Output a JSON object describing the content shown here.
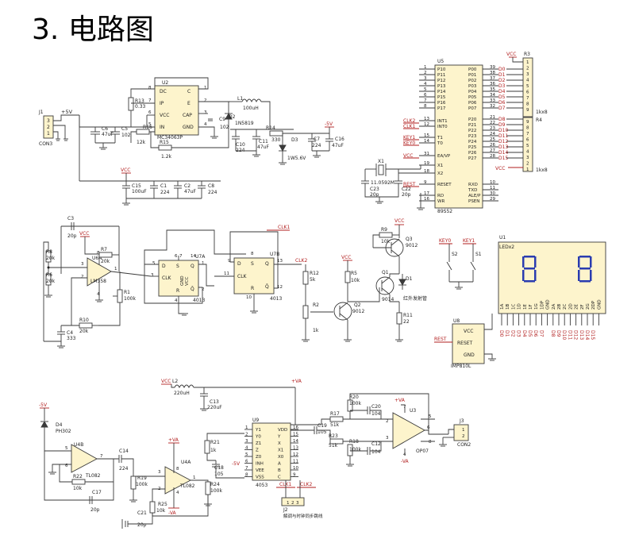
{
  "heading": {
    "number": "3.",
    "title": "电路图"
  },
  "colors": {
    "wire": "#3a3a3a",
    "component_fill": "#fdf4cc",
    "net_label": "#b21e1e",
    "segment": "#2a3cb0"
  },
  "power": {
    "j1": {
      "ref": "J1",
      "supply": "+5V",
      "name": "CON3",
      "pins": [
        "3",
        "2",
        "1"
      ]
    },
    "u2": {
      "ref": "U2",
      "part": "MC34063P",
      "pins_left": [
        "DC",
        "IP",
        "VCC",
        "IN"
      ],
      "pins_right": [
        "C",
        "E",
        "CAP",
        "GND"
      ],
      "pin_nums": [
        "8",
        "7",
        "6",
        "5",
        "1",
        "2",
        "3",
        "4"
      ]
    },
    "parts": [
      {
        "ref": "R13",
        "val": "0.33"
      },
      {
        "ref": "C6",
        "val": "47uF"
      },
      {
        "ref": "C5",
        "val": "102"
      },
      {
        "ref": "R16",
        "val": "12k"
      },
      {
        "ref": "R15",
        "val": "1.2k"
      },
      {
        "ref": "C9",
        "val": "102"
      },
      {
        "ref": "L1",
        "val": "100uH"
      },
      {
        "ref": "D2",
        "val": "1N5819"
      },
      {
        "ref": "C10",
        "val": "224"
      },
      {
        "ref": "C11",
        "val": "47uF"
      },
      {
        "ref": "R14",
        "val": "330"
      },
      {
        "ref": "D3",
        "val": "1W5.6V"
      },
      {
        "ref": "C7",
        "val": "224"
      },
      {
        "ref": "C16",
        "val": "47uF"
      },
      {
        "ref": "C15",
        "val": "100uF"
      },
      {
        "ref": "C1",
        "val": "224"
      },
      {
        "ref": "C2",
        "val": "47uF"
      },
      {
        "ref": "C8",
        "val": "224"
      }
    ],
    "vcc": "VCC",
    "neg5v": "-5V"
  },
  "mcu": {
    "ref": "U5",
    "part": "89S52",
    "left_pins": [
      {
        "num": "1",
        "name": "P10"
      },
      {
        "num": "2",
        "name": "P11"
      },
      {
        "num": "3",
        "name": "P12"
      },
      {
        "num": "4",
        "name": "P13"
      },
      {
        "num": "5",
        "name": "P14"
      },
      {
        "num": "6",
        "name": "P15"
      },
      {
        "num": "7",
        "name": "P16"
      },
      {
        "num": "8",
        "name": "P17"
      },
      {
        "num": "13",
        "name": "INT1",
        "net": "CLK2"
      },
      {
        "num": "12",
        "name": "INT0",
        "net": "CLK1"
      },
      {
        "num": "15",
        "name": "T1",
        "net": "KEY1"
      },
      {
        "num": "14",
        "name": "T0",
        "net": "KEY0"
      },
      {
        "num": "31",
        "name": "EA/VP",
        "net": "VCC"
      },
      {
        "num": "19",
        "name": "X1"
      },
      {
        "num": "18",
        "name": "X2"
      },
      {
        "num": "9",
        "name": "RESET",
        "net": "REST"
      },
      {
        "num": "17",
        "name": "RD"
      },
      {
        "num": "16",
        "name": "WR"
      }
    ],
    "right_pins": [
      {
        "num": "39",
        "name": "P00",
        "net": "D0"
      },
      {
        "num": "38",
        "name": "P01",
        "net": "D1"
      },
      {
        "num": "37",
        "name": "P02",
        "net": "D2"
      },
      {
        "num": "36",
        "name": "P03",
        "net": "D3"
      },
      {
        "num": "35",
        "name": "P04",
        "net": "D4"
      },
      {
        "num": "34",
        "name": "P05",
        "net": "D5"
      },
      {
        "num": "33",
        "name": "P06",
        "net": "D6"
      },
      {
        "num": "32",
        "name": "P07",
        "net": "D7"
      },
      {
        "num": "21",
        "name": "P20",
        "net": "D8"
      },
      {
        "num": "22",
        "name": "P21",
        "net": "D9"
      },
      {
        "num": "23",
        "name": "P22",
        "net": "D10"
      },
      {
        "num": "24",
        "name": "P23",
        "net": "D11"
      },
      {
        "num": "25",
        "name": "P24",
        "net": "D12"
      },
      {
        "num": "26",
        "name": "P25",
        "net": "D13"
      },
      {
        "num": "27",
        "name": "P26",
        "net": "D14"
      },
      {
        "num": "28",
        "name": "P27",
        "net": "D15"
      },
      {
        "num": "10",
        "name": "RXD"
      },
      {
        "num": "11",
        "name": "TXD"
      },
      {
        "num": "30",
        "name": "ALE/P"
      },
      {
        "num": "29",
        "name": "PSEN"
      }
    ],
    "x1": {
      "ref": "X1",
      "val": "11.0592M"
    },
    "c23": {
      "ref": "C23",
      "val": "20p"
    },
    "c22": {
      "ref": "C22",
      "val": "20p"
    },
    "r3": {
      "ref": "R3",
      "val": "1kx8",
      "pins": [
        "1",
        "2",
        "3",
        "4",
        "5",
        "6",
        "7",
        "8",
        "9"
      ]
    },
    "r4": {
      "ref": "R4",
      "val": "1kx8",
      "pins": [
        "9",
        "8",
        "7",
        "6",
        "5",
        "4",
        "3",
        "2",
        "1"
      ]
    },
    "vcc": "VCC"
  },
  "trigger": {
    "u6": {
      "ref": "U6A",
      "part": "LM358",
      "pins": [
        "3",
        "2",
        "1",
        "8",
        "4"
      ]
    },
    "u7a": {
      "ref": "U7A",
      "part": "4013",
      "pins": [
        "D",
        "S",
        "CLK",
        "Q",
        "R",
        "Q̄",
        "GND",
        "VCC"
      ],
      "nums": [
        "5",
        "6",
        "3",
        "1",
        "4",
        "2",
        "7",
        "14"
      ]
    },
    "u7b": {
      "ref": "U7B",
      "part": "4013",
      "pins": [
        "D",
        "S",
        "CLK",
        "Q",
        "R",
        "Q̄"
      ],
      "nums": [
        "9",
        "8",
        "11",
        "13",
        "10",
        "12"
      ]
    },
    "parts": [
      {
        "ref": "C3",
        "val": "20p"
      },
      {
        "ref": "R7",
        "val": "20k"
      },
      {
        "ref": "R8",
        "val": "20k"
      },
      {
        "ref": "R6",
        "val": "20k"
      },
      {
        "ref": "R1",
        "val": "100k"
      },
      {
        "ref": "R10",
        "val": "20k"
      },
      {
        "ref": "C4",
        "val": "333"
      },
      {
        "ref": "R12",
        "val": "5k"
      },
      {
        "ref": "R2",
        "val": "1k"
      },
      {
        "ref": "R5",
        "val": "10k"
      },
      {
        "ref": "Q2",
        "val": "9012"
      },
      {
        "ref": "R9",
        "val": "10k"
      },
      {
        "ref": "Q3",
        "val": "9012"
      },
      {
        "ref": "Q1",
        "val": "9014"
      },
      {
        "ref": "D1",
        "val": "红外发射管"
      },
      {
        "ref": "R11",
        "val": "22"
      }
    ],
    "nets": {
      "clk1": "CLK1",
      "clk2": "CLK2",
      "vcc": "VCC"
    }
  },
  "ui": {
    "s2": {
      "ref": "S2",
      "net": "KEY0"
    },
    "s1": {
      "ref": "S1",
      "net": "KEY1"
    },
    "u1": {
      "ref": "U1",
      "part": "LEDx2",
      "pins": [
        "1A",
        "1B",
        "1C",
        "1D",
        "1E",
        "1F",
        "1G",
        "1DP",
        "GND",
        "2A",
        "2B",
        "2C",
        "2D",
        "2E",
        "2F",
        "2G",
        "2DP",
        "GND"
      ],
      "nets": [
        "D0",
        "D1",
        "D2",
        "D3",
        "D4",
        "D5",
        "D6",
        "D7",
        "D8",
        "D9",
        "D10",
        "D11",
        "D12",
        "D13",
        "D14",
        "D15"
      ]
    },
    "u8": {
      "ref": "U8",
      "part": "IMP810L",
      "pins": [
        "VCC",
        "RESET",
        "GND"
      ],
      "net": "REST"
    }
  },
  "receiver": {
    "d4": {
      "ref": "D4",
      "val": "PH302"
    },
    "u4b": {
      "ref": "U4B",
      "part": "TL082",
      "pins": [
        "5",
        "6",
        "7"
      ]
    },
    "u4a": {
      "ref": "U4A",
      "part": "TL082",
      "pins": [
        "3",
        "2",
        "1",
        "8",
        "4"
      ]
    },
    "parts": [
      {
        "ref": "R22",
        "val": "10k"
      },
      {
        "ref": "C17",
        "val": "20p"
      },
      {
        "ref": "C14",
        "val": "224"
      },
      {
        "ref": "R19",
        "val": "100k"
      },
      {
        "ref": "R25",
        "val": "10k"
      },
      {
        "ref": "C21",
        "val": "20p"
      },
      {
        "ref": "L2",
        "val": "220uH"
      },
      {
        "ref": "C13",
        "val": "220uF"
      },
      {
        "ref": "R21",
        "val": "1k"
      },
      {
        "ref": "C18",
        "val": "105"
      },
      {
        "ref": "R24",
        "val": "100k"
      },
      {
        "ref": "C19",
        "val": "105"
      },
      {
        "ref": "R17",
        "val": "51k"
      },
      {
        "ref": "R23",
        "val": "51k"
      },
      {
        "ref": "R20",
        "val": "100k"
      },
      {
        "ref": "C20",
        "val": "104"
      },
      {
        "ref": "R18",
        "val": "100k"
      },
      {
        "ref": "C12",
        "val": "104"
      }
    ],
    "u9": {
      "ref": "U9",
      "part": "4053",
      "left": [
        "Y1",
        "Y0",
        "Z1",
        "Z",
        "Z0",
        "INH",
        "VEE",
        "VSS"
      ],
      "right": [
        "VDD",
        "Y",
        "X",
        "X1",
        "X0",
        "A",
        "B",
        "C"
      ],
      "left_nums": [
        "1",
        "2",
        "3",
        "4",
        "5",
        "6",
        "7",
        "8"
      ],
      "right_nums": [
        "16",
        "15",
        "14",
        "13",
        "12",
        "11",
        "10",
        "9"
      ]
    },
    "u3": {
      "ref": "U3",
      "part": "OP07",
      "pins": [
        "2",
        "3",
        "6",
        "7",
        "4",
        "5",
        "8"
      ]
    },
    "j3": {
      "ref": "J3",
      "name": "CON2",
      "pins": [
        "1",
        "2"
      ]
    },
    "j2": {
      "ref": "J2",
      "name": "解调与时钟同步跳线",
      "pins": [
        "1",
        "2",
        "3"
      ]
    },
    "nets": {
      "neg5v": "-5V",
      "pos_va": "+VA",
      "neg_va": "-VA",
      "vcc": "VCC",
      "clk1": "CLK1",
      "clk2": "CLK2",
      "vcc_minus": "-5V"
    }
  }
}
